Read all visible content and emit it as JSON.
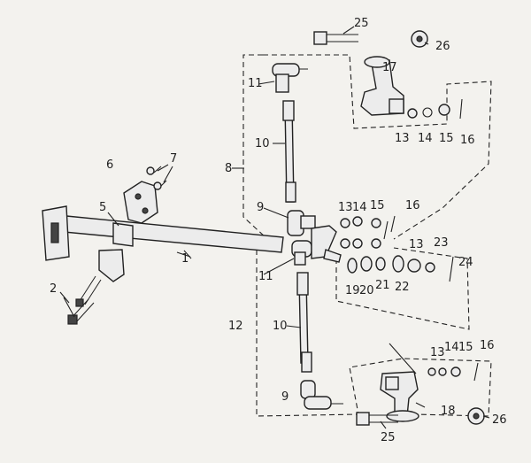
{
  "diagram": {
    "callouts": [
      "1",
      "2",
      "5",
      "6",
      "7",
      "8",
      "9",
      "10",
      "11",
      "12",
      "13",
      "14",
      "15",
      "16",
      "17",
      "18",
      "19",
      "20",
      "21",
      "22",
      "23",
      "24",
      "25",
      "26"
    ]
  }
}
